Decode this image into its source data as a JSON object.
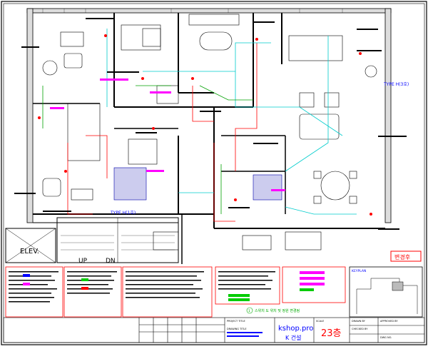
{
  "plan": {
    "type_h_right": "TYPE H(3호)",
    "type_h_left": "TYPE H(1호)",
    "elev_label": "ELEV.",
    "up_label": "UP",
    "dn_label": "DN",
    "stamp": "변경후",
    "keyplan_title": "KEYPLAN",
    "revision_note": "스위치 도 위치 및 정원 변경됨",
    "revision_mark": "1"
  },
  "title_block": {
    "brand": "kshop.pro",
    "company": "K 건설",
    "floor": "23층",
    "project_label": "PROJECT TITLE",
    "drawing_label": "DRAWING TITLE",
    "scale_label": "SCALE",
    "drawn_label": "DRAWN BY",
    "checked_label": "CHECKED BY",
    "approved_label": "APPROVED BY",
    "dwg_no_label": "DWG NO."
  },
  "colors": {
    "wall": "#000000",
    "hot_water": "#ff0000",
    "cold_water": "#00cccc",
    "drain": "#00a000",
    "label_magenta": "#ff00ff",
    "label_blue": "#0000ff",
    "stamp_red": "#ff0000"
  }
}
